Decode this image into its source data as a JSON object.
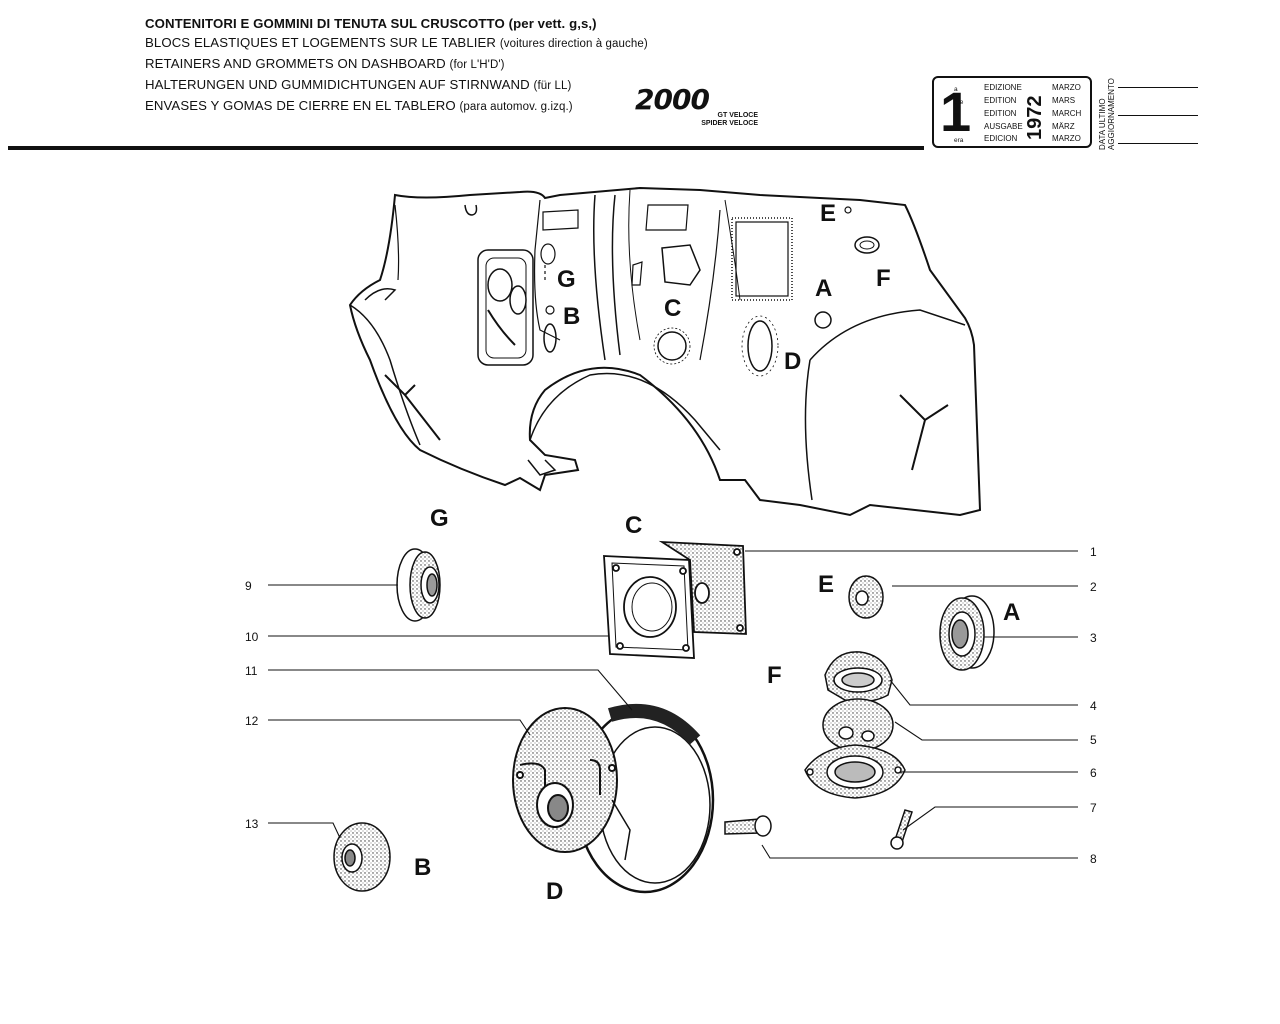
{
  "header": {
    "title_it": "CONTENITORI E GOMMINI DI TENUTA SUL CRUSCOTTO",
    "title_it_note": "(per vett. g,s,)",
    "title_fr": "BLOCS ELASTIQUES ET LOGEMENTS SUR LE TABLIER",
    "title_fr_note": "(voitures direction à gauche)",
    "title_en": "RETAINERS AND GROMMETS ON DASHBOARD",
    "title_en_note": "(for L'H'D')",
    "title_de": "HALTERUNGEN UND GUMMIDICHTUNGEN AUF STIRNWAND",
    "title_de_note": "(für LL)",
    "title_es": "ENVASES Y GOMAS DE CIERRE EN EL TABLERO",
    "title_es_note": "(para automov. g.izq.)",
    "logo": "2000",
    "logo_sub_1": "GT VELOCE",
    "logo_sub_2": "SPIDER VELOCE"
  },
  "edition": {
    "number": "1",
    "year": "1972",
    "suffixes": [
      "a",
      "ere",
      "st",
      ".",
      "era"
    ],
    "labels": [
      "EDIZIONE",
      "EDITION",
      "EDITION",
      "AUSGABE",
      "EDICION"
    ],
    "months": [
      "MARZO",
      "MARS",
      "MARCH",
      "MÄRZ",
      "MARZO"
    ],
    "update_label_1": "DATA ULTIMO",
    "update_label_2": "AGGIORNAMENTO"
  },
  "callouts": [
    "1",
    "2",
    "3",
    "4",
    "5",
    "6",
    "7",
    "8",
    "9",
    "10",
    "11",
    "12",
    "13"
  ],
  "panel_letters": [
    "E",
    "A",
    "F",
    "G",
    "B",
    "C",
    "D"
  ],
  "part_letters": [
    "G",
    "C",
    "E",
    "A",
    "F",
    "B",
    "D"
  ]
}
